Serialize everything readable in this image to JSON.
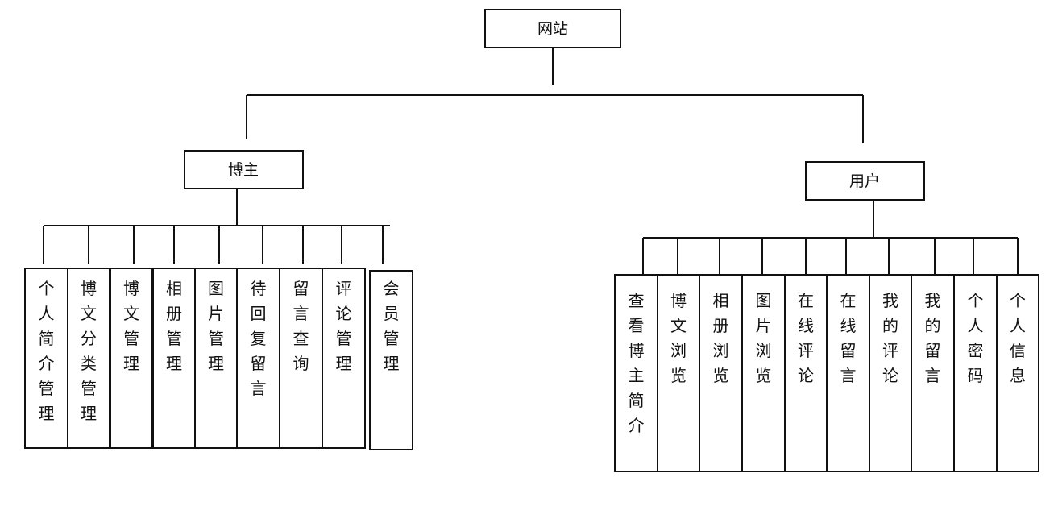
{
  "root": {
    "label": "网站"
  },
  "branches": [
    {
      "label": "博主",
      "children": [
        "个人简介管理",
        "博文分类管理",
        "博文管理",
        "相册管理",
        "图片管理",
        "待回复留言",
        "留言查询",
        "评论管理",
        "会员管理"
      ]
    },
    {
      "label": "用户",
      "children": [
        "查看博主简介",
        "博文浏览",
        "相册浏览",
        "图片浏览",
        "在线评论",
        "在线留言",
        "我的评论",
        "我的留言",
        "个人密码",
        "个人信息"
      ]
    }
  ]
}
